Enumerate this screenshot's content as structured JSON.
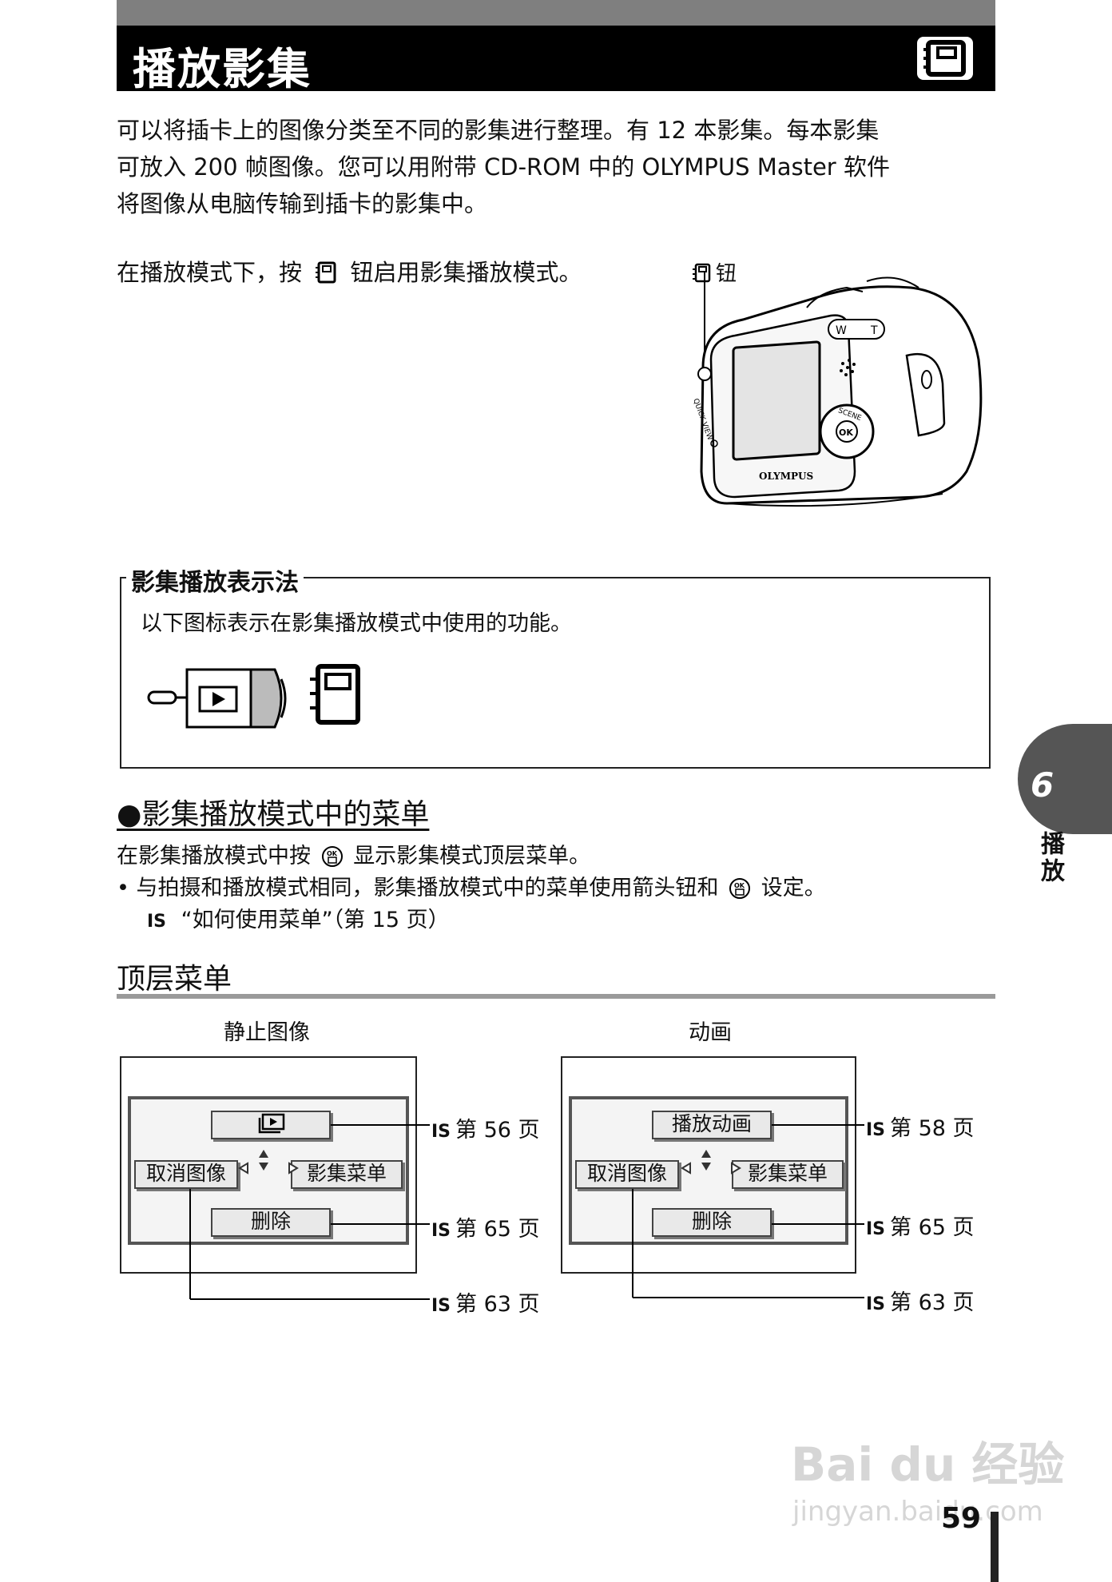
{
  "header": {
    "title": "播放影集"
  },
  "intro": {
    "lines": [
      "可以将插卡上的图像分类至不同的影集进行整理。有 12 本影集。每本影集",
      "可放入 200 帧图像。您可以用附带 CD-ROM 中的 OLYMPUS Master 软件",
      "将图像从电脑传输到插卡的影集中。"
    ],
    "mode_line_before": "在播放模式下，按",
    "mode_line_after": "钮启用影集播放模式。"
  },
  "camera": {
    "button_label": "钮",
    "brand": "OLYMPUS",
    "quick_view": "QUICK VIEW",
    "scene": "SCENE",
    "ok": "OK",
    "zoom_w": "W",
    "zoom_t": "T"
  },
  "info_box": {
    "title": "影集播放表示法",
    "text": "以下图标表示在影集播放模式中使用的功能。"
  },
  "menu_section": {
    "heading": "●影集播放模式中的菜单",
    "line1_before": "在影集播放模式中按",
    "line1_after": "显示影集模式顶层菜单。",
    "bullet_before": "•  与拍摄和播放模式相同，影集播放模式中的菜单使用箭头钮和",
    "bullet_after": "设定。",
    "ref_line": "“如何使用菜单”（第 15 页）"
  },
  "top_menu": {
    "heading": "顶层菜单",
    "still": {
      "caption": "静止图像",
      "left": "取消图像",
      "right": "影集菜单",
      "bottom": "删除",
      "ref_top": "第 56 页",
      "ref_bottom": "第 65 页",
      "ref_left": "第 63 页"
    },
    "movie": {
      "caption": "动画",
      "top": "播放动画",
      "left": "取消图像",
      "right": "影集菜单",
      "bottom": "删除",
      "ref_top": "第 58 页",
      "ref_bottom": "第 65 页",
      "ref_left": "第 63 页"
    }
  },
  "tab": {
    "number": "6",
    "label": "播放"
  },
  "page": {
    "number": "59"
  },
  "watermark": {
    "logo": "Bai du 经验",
    "url": "jingyan.baidu.com"
  },
  "ref_symbol": "IS"
}
